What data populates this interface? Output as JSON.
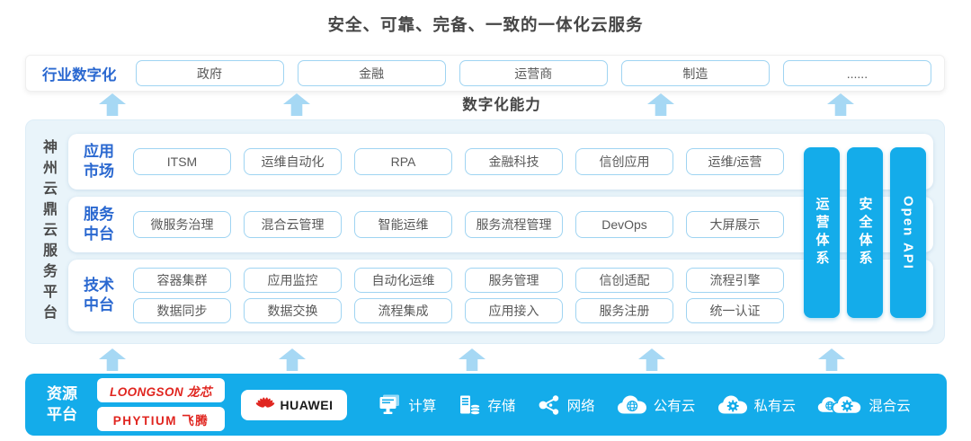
{
  "title": "安全、可靠、完备、一致的一体化云服务",
  "colors": {
    "accent_blue": "#14ACEA",
    "arrow_blue": "#A6D8F4",
    "label_blue": "#2A68D0",
    "logo_red": "#E0251F",
    "panel_blue": "#E9F4FA"
  },
  "industry_row": {
    "label": "行业数字化",
    "items": [
      "政府",
      "金融",
      "运营商",
      "制造",
      "......"
    ]
  },
  "digital_capability_label": "数字化能力",
  "platform": {
    "side_label": "神州云鼎云服务平台",
    "rows": [
      {
        "label": "应用市场",
        "items": [
          "ITSM",
          "运维自动化",
          "RPA",
          "金融科技",
          "信创应用",
          "运维/运营"
        ]
      },
      {
        "label": "服务中台",
        "items": [
          "微服务治理",
          "混合云管理",
          "智能运维",
          "服务流程管理",
          "DevOps",
          "大屏展示"
        ]
      },
      {
        "label": "技术中台",
        "items_row1": [
          "容器集群",
          "应用监控",
          "自动化运维",
          "服务管理",
          "信创适配",
          "流程引擎"
        ],
        "items_row2": [
          "数据同步",
          "数据交换",
          "流程集成",
          "应用接入",
          "服务注册",
          "统一认证"
        ]
      }
    ],
    "pillars": [
      "运营体系",
      "安全体系",
      "Open API"
    ]
  },
  "resource_bar": {
    "label": "资源平台",
    "logos": {
      "loongson": "LOONGSON 龙芯",
      "phytium": "PHYTIUM 飞腾",
      "huawei": "HUAWEI"
    },
    "services": [
      {
        "icon": "compute-icon",
        "label": "计算"
      },
      {
        "icon": "storage-icon",
        "label": "存储"
      },
      {
        "icon": "network-icon",
        "label": "网络"
      },
      {
        "icon": "public-cloud-icon",
        "label": "公有云"
      },
      {
        "icon": "private-cloud-icon",
        "label": "私有云"
      },
      {
        "icon": "hybrid-cloud-icon",
        "label": "混合云"
      }
    ]
  }
}
